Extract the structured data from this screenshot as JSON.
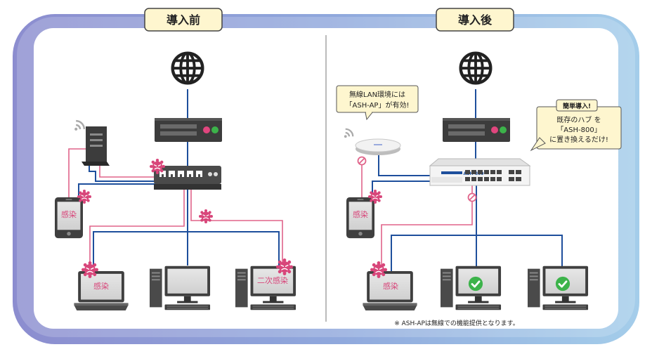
{
  "before": {
    "title": "導入前",
    "labels": {
      "phone": "感染",
      "laptop": "感染",
      "pc_right": "二次感染"
    }
  },
  "after": {
    "title": "導入後",
    "labels": {
      "phone": "感染",
      "laptop": "感染",
      "switch_brand": "ASH-800"
    },
    "callout_ap": {
      "line1": "無線LAN環境には",
      "line2": "「ASH-AP」が有効!"
    },
    "callout_swap": {
      "tag": "簡単導入!",
      "line1": "既存のハブ を",
      "line2": "「ASH-800」",
      "line3": "に置き換えるだけ!"
    },
    "footnote": "※ ASH-APは無線での機能提供となります。"
  },
  "colors": {
    "frame_left": "#8e8fd0",
    "frame_right": "#9cc6e8",
    "header_fill": "#fef6cf",
    "line_blue": "#1e4f9c",
    "line_pink": "#e0648a",
    "check_green": "#3cb34a",
    "virus_pink": "#d8467a",
    "dark": "#3a3a3a"
  },
  "icons": [
    "globe-icon",
    "router-icon",
    "hub-icon",
    "wireless-ap-icon",
    "smartphone-icon",
    "laptop-icon",
    "desktop-pc-icon",
    "virus-icon",
    "checkmark-icon",
    "blocked-icon",
    "wifi-icon"
  ]
}
